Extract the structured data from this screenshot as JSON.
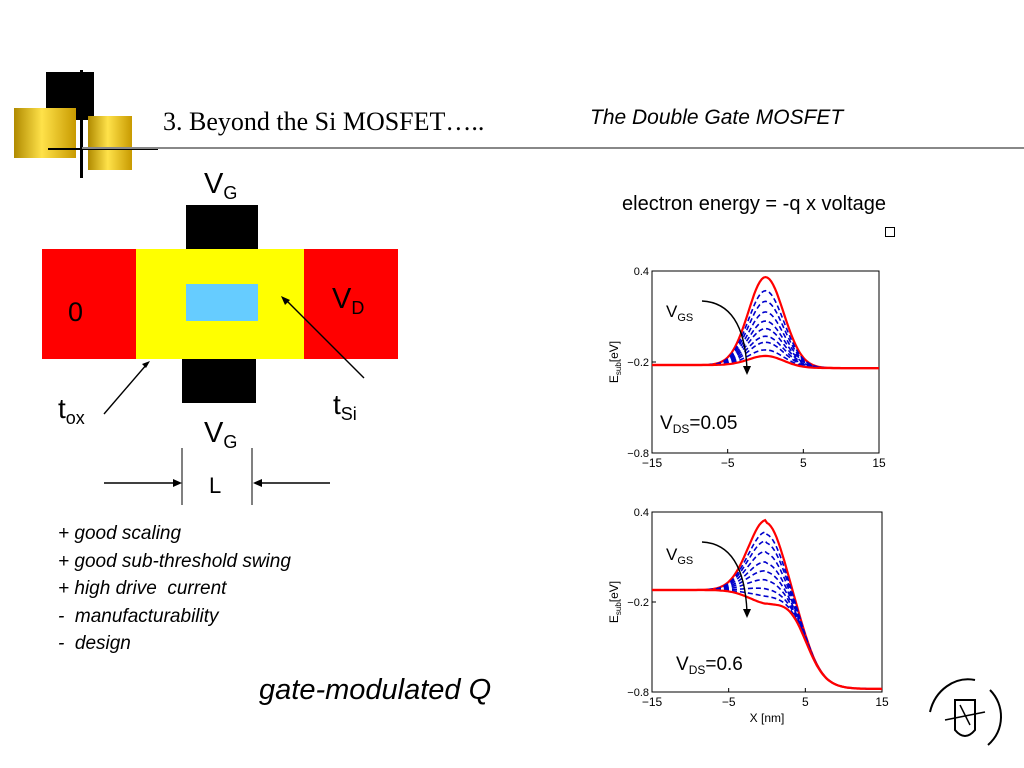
{
  "header": {
    "title": "3.  Beyond the Si MOSFET…..",
    "subtitle": "The Double Gate MOSFET"
  },
  "device": {
    "top_gate_label": "V",
    "top_gate_sub": "G",
    "bottom_gate_label": "V",
    "bottom_gate_sub": "G",
    "source_label": "0",
    "drain_label": "V",
    "drain_sub": "D",
    "tox_label": "t",
    "tox_sub": "ox",
    "tsi_label": "t",
    "tsi_sub": "Si",
    "length_label": "L",
    "colors": {
      "contact": "#ff0000",
      "oxide": "#ffff00",
      "channel": "#66ccff",
      "gate": "#000000"
    }
  },
  "pros_cons": [
    "+ good scaling",
    "+ good sub-threshold swing",
    "+ high drive  current",
    "-  manufacturability",
    "-  design"
  ],
  "bottom_caption": "gate-modulated Q",
  "energy_equation": "electron energy = -q x voltage",
  "chart_data": [
    {
      "type": "line",
      "annotation_main": "V",
      "annotation_sub": "GS",
      "vds_main": "V",
      "vds_sub": "DS",
      "vds_value": "=0.05",
      "ylabel_main": "E",
      "ylabel_sub": "sub",
      "ylabel_unit": "[eV]",
      "xlabel": "",
      "xlim": [
        -15,
        15
      ],
      "ylim": [
        -0.8,
        0.4
      ],
      "xticks": [
        "−15",
        "−5",
        "5",
        "15"
      ],
      "yticks": [
        "0.4",
        "−0.2",
        "−0.8"
      ],
      "source_energy": -0.22,
      "drain_energy": -0.24,
      "barrier_peaks": [
        0.36,
        0.27,
        0.2,
        0.13,
        0.07,
        0.02,
        -0.03,
        -0.07,
        -0.12,
        -0.16
      ]
    },
    {
      "type": "line",
      "annotation_main": "V",
      "annotation_sub": "GS",
      "vds_main": "V",
      "vds_sub": "DS",
      "vds_value": "=0.6",
      "ylabel_main": "E",
      "ylabel_sub": "sub",
      "ylabel_unit": "[eV]",
      "xlabel": "X [nm]",
      "xlim": [
        -15,
        15
      ],
      "ylim": [
        -0.8,
        0.4
      ],
      "xticks": [
        "−15",
        "−5",
        "5",
        "15"
      ],
      "yticks": [
        "0.4",
        "−0.2",
        "−0.8"
      ],
      "source_energy": -0.12,
      "drain_energy": -0.78,
      "barrier_peaks": [
        0.36,
        0.28,
        0.22,
        0.15,
        0.08,
        0.02,
        -0.04,
        -0.1,
        -0.15,
        -0.2
      ]
    }
  ]
}
